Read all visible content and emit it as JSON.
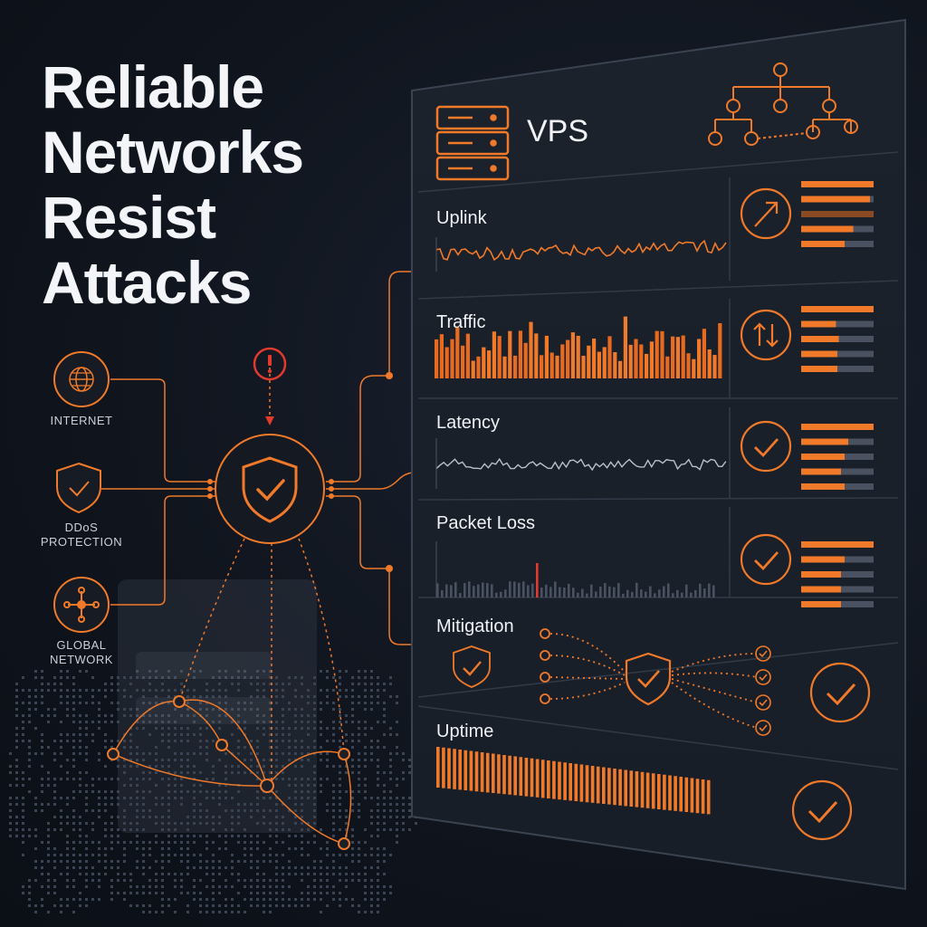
{
  "headline": [
    "Reliable",
    "Networks",
    "Resist",
    "Attacks"
  ],
  "left_nodes": {
    "internet": {
      "label": "INTERNET",
      "icon": "globe-icon"
    },
    "ddos": {
      "label_line1": "DDoS",
      "label_line2": "PROTECTION",
      "icon": "shield-check-icon"
    },
    "global": {
      "label_line1": "GLOBAL",
      "label_line2": "NETWORK",
      "icon": "network-hub-icon"
    }
  },
  "center": {
    "icon": "shield-check-icon",
    "alert_icon": "alert-icon"
  },
  "panel": {
    "title": "VPS",
    "rows": [
      {
        "key": "uplink",
        "title": "Uplink",
        "status_icon": "trend-up-arrow-icon"
      },
      {
        "key": "traffic",
        "title": "Traffic",
        "status_icon": "up-down-arrows-icon"
      },
      {
        "key": "latency",
        "title": "Latency",
        "status_icon": "check-circle-icon"
      },
      {
        "key": "packet_loss",
        "title": "Packet Loss",
        "status_icon": "check-circle-icon"
      },
      {
        "key": "mitigation",
        "title": "Mitigation",
        "status_icon": "check-circle-icon"
      },
      {
        "key": "uptime",
        "title": "Uptime",
        "status_icon": "check-circle-icon"
      }
    ]
  },
  "colors": {
    "accent": "#f07a2a",
    "accent_dim": "#8a4a22",
    "alert": "#e23b2e",
    "muted_bar": "#4a5160",
    "background": "#10151e",
    "panel": "#1c222c"
  }
}
